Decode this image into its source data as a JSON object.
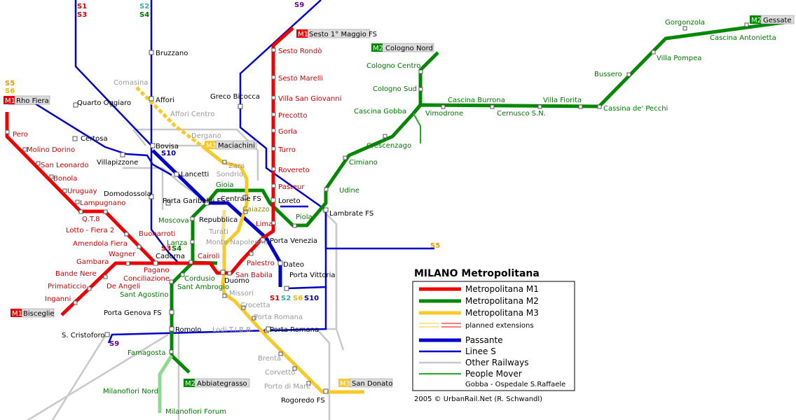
{
  "legend": {
    "title": "MILANO Metropolitana",
    "items": [
      {
        "label": "Metropolitana M1",
        "color": "#ee0000"
      },
      {
        "label": "Metropolitana M2",
        "color": "#008800"
      },
      {
        "label": "Metropolitana M3",
        "color": "#f7c92a"
      },
      {
        "label": "planned extensions",
        "color": "#f7c92a"
      },
      {
        "label": "Passante",
        "color": "#0000cc"
      },
      {
        "label": "Linee S",
        "color": "#0000cc"
      },
      {
        "label": "Other Railways",
        "color": "#c8c8c8"
      },
      {
        "label": "People Mover",
        "color": "#22aa22"
      }
    ],
    "people_mover_note": "Gobba - Ospedale S.Raffaele"
  },
  "credit": "2005 © UrbanRail.Net (R. Schwandl)",
  "line_colors": {
    "M1": "#ee0000",
    "M2": "#008800",
    "M3": "#f7c92a",
    "S": "#0000cc",
    "rail": "#c8c8c8",
    "people_mover": "#22aa22"
  },
  "line_tags": {
    "s1_s3_top": [
      "S1",
      "S3"
    ],
    "s2_s4_top": [
      "S2",
      "S4"
    ],
    "s9_top": "S9",
    "s5_s6": [
      "S5",
      "S6"
    ],
    "s10_bovisa": "S10",
    "s3_s4_cadorna": [
      "S3",
      "S4"
    ],
    "s5_right": "S5",
    "s9_bottom": "S9",
    "s_dateo": [
      "S1",
      "S2",
      "S6",
      "S10"
    ]
  },
  "terminals": [
    {
      "line": "M1",
      "name": "Sesto 1° Maggio FS"
    },
    {
      "line": "M1",
      "name": "Rho Fiera"
    },
    {
      "line": "M1",
      "name": "Bisceglie"
    },
    {
      "line": "M2",
      "name": "Cologno Nord"
    },
    {
      "line": "M2",
      "name": "Gessate"
    },
    {
      "line": "M2",
      "name": "Abbiategrasso"
    },
    {
      "line": "M3",
      "name": "Maciachini"
    },
    {
      "line": "M3",
      "name": "San Donato"
    }
  ],
  "stations": {
    "m1": [
      "Sesto Rondò",
      "Sesto Marelli",
      "Villa San Giovanni",
      "Precotto",
      "Gorla",
      "Turro",
      "Rovereto",
      "Pasteur",
      "Lima",
      "Palestro",
      "San Babila",
      "Cairoli",
      "Pero",
      "Molino Dorino",
      "San Leonardo",
      "Bonola",
      "Uruguay",
      "Lampugnano",
      "Q.T.8",
      "Lotto - Fiera 2",
      "Amendola Fiera",
      "Buonarroti",
      "Wagner",
      "Gambara",
      "Pagano",
      "Bande Nere",
      "Conciliazione",
      "Primaticcio",
      "De Angeli",
      "Inganni"
    ],
    "m2": [
      "Cologno Centro",
      "Cologno Sud",
      "Cascina Gobba",
      "Crescenzago",
      "Cimiano",
      "Udine",
      "Piola",
      "Gioia",
      "Moscova",
      "Lanza",
      "Cordusio",
      "Sant Ambrogio",
      "Sant Agostino",
      "Famagosta",
      "Vimodrone",
      "Cascina Burrona",
      "Cernusco S.N.",
      "Villa Fiorita",
      "Cassina de' Pecchi",
      "Bussero",
      "Villa Pompea",
      "Gorgonzola",
      "Cascina Antonietta"
    ],
    "m2_planned": [
      "Milanofiori Nord",
      "Milanofiori Forum"
    ],
    "m3": [
      "Zara",
      "Sondrio",
      "Caiazzo",
      "Missori",
      "Crocetta",
      "Porta Romana",
      "Lodi T.I.B.B.",
      "Brenta",
      "Corvetto",
      "Porto di Mare"
    ],
    "m3_planned": [
      "Comasina",
      "Affori Centro",
      "Dergano"
    ],
    "m3_planned_center": [
      "Turati",
      "Monte Napoleone"
    ],
    "interchanges": [
      "Loreto",
      "Centrale FS",
      "Duomo",
      "Porta Venezia",
      "Repubblica",
      "Lambrate FS",
      "Cadorna",
      "Porta Genova FS",
      "Romolo",
      "Porta Romana",
      "Rogoredo FS",
      "Dateo",
      "Porta Vittoria",
      "Lancetti",
      "Bovisa",
      "Affori",
      "Bruzzano",
      "Greco Bicocca",
      "Quarto Oggiaro",
      "Certosa",
      "Villapizzone",
      "Domodossola",
      "Porta Garibaldi FS",
      "S. Cristoforo"
    ]
  }
}
